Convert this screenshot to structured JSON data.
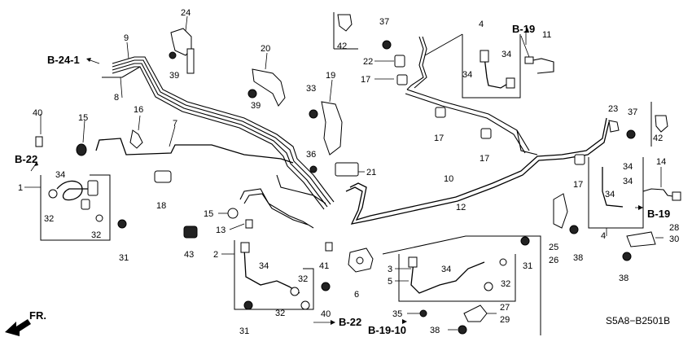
{
  "diagram": {
    "part_code": "S5A8−B2501B",
    "fr_label": "FR.",
    "refs": [
      "B-24-1",
      "B-22",
      "B-22",
      "B-19",
      "B-19",
      "B-19-10"
    ],
    "callouts": [
      "1",
      "2",
      "3",
      "4",
      "4",
      "5",
      "6",
      "7",
      "8",
      "9",
      "10",
      "11",
      "12",
      "13",
      "14",
      "15",
      "15",
      "16",
      "17",
      "17",
      "17",
      "17",
      "18",
      "19",
      "20",
      "21",
      "22",
      "23",
      "24",
      "25",
      "26",
      "27",
      "28",
      "29",
      "30",
      "31",
      "31",
      "31",
      "32",
      "32",
      "32",
      "32",
      "32",
      "33",
      "34",
      "34",
      "34",
      "34",
      "34",
      "34",
      "34",
      "34",
      "35",
      "36",
      "37",
      "37",
      "38",
      "38",
      "38",
      "39",
      "39",
      "40",
      "40",
      "41",
      "42",
      "42",
      "43"
    ]
  }
}
